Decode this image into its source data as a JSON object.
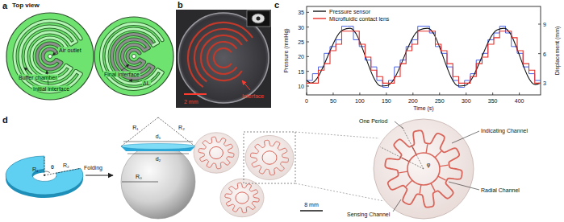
{
  "diagram": {
    "labels": [
      "a",
      "Top view",
      "Air outlet",
      "Buffer chamber",
      "Initial interface",
      "Final interface",
      "ΔL",
      "b",
      "2 mm",
      "Interface",
      "c",
      "10",
      "15",
      "20",
      "25",
      "30",
      "35",
      "Pressure (mmHg)",
      "3",
      "6",
      "9",
      "Displacement (mm)",
      "0",
      "50",
      "100",
      "150",
      "200",
      "250",
      "300",
      "350",
      "400",
      "Time (s)",
      "d",
      "θ",
      "R₁",
      "R₂",
      "Folding",
      "R₁",
      "R₂",
      "d₁",
      "d₂",
      "R₀",
      "8 mm",
      "One Period",
      "Indicating Channel",
      "Sensing Channel",
      "Radial Channel",
      "φ"
    ],
    "legend": [
      {
        "text": "Pressure sensor"
      },
      {
        "text": "Microfluidic contact lens"
      }
    ]
  }
}
